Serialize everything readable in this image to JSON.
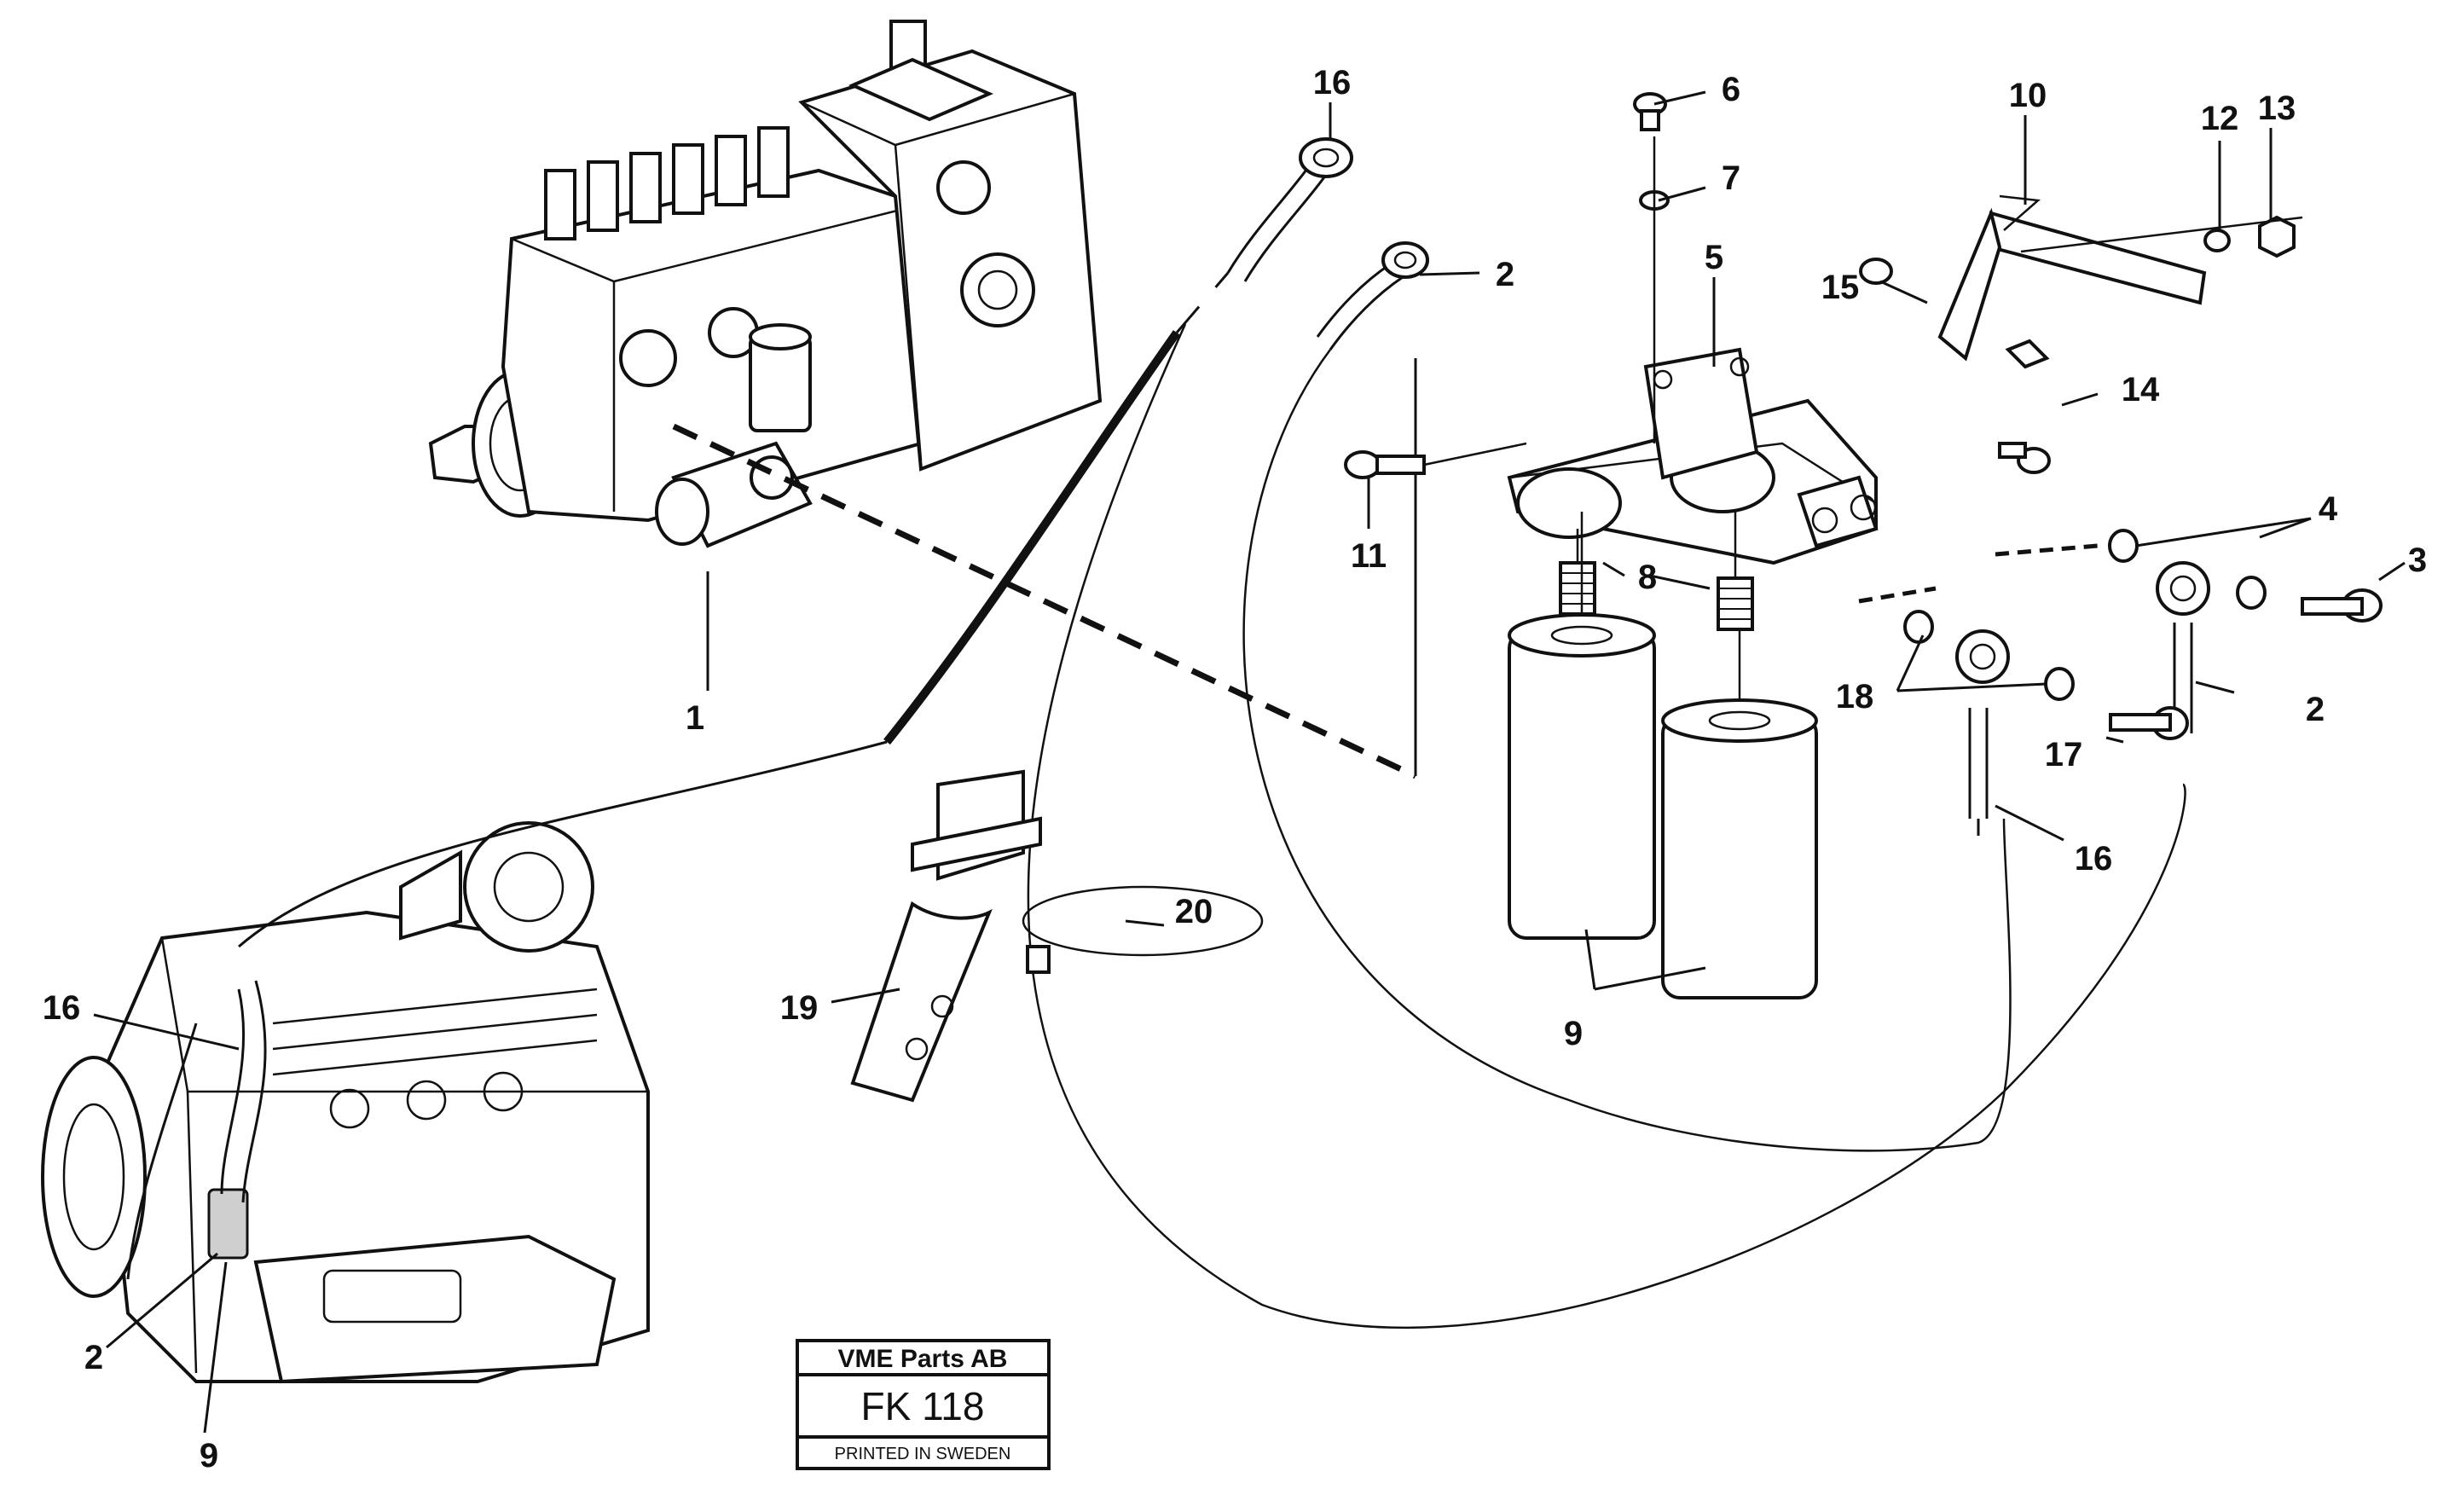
{
  "callouts": {
    "c1": "1",
    "c2a": "2",
    "c2b": "2",
    "c2c": "2",
    "c3": "3",
    "c4": "4",
    "c5": "5",
    "c6": "6",
    "c7": "7",
    "c8": "8",
    "c9a": "9",
    "c9b": "9",
    "c10": "10",
    "c11": "11",
    "c12": "12",
    "c13": "13",
    "c14": "14",
    "c15": "15",
    "c16a": "16",
    "c16b": "16",
    "c16c": "16",
    "c17": "17",
    "c18": "18",
    "c19": "19",
    "c20": "20"
  },
  "stamp": {
    "company": "VME Parts AB",
    "code": "FK 118",
    "footer": "PRINTED IN SWEDEN"
  }
}
